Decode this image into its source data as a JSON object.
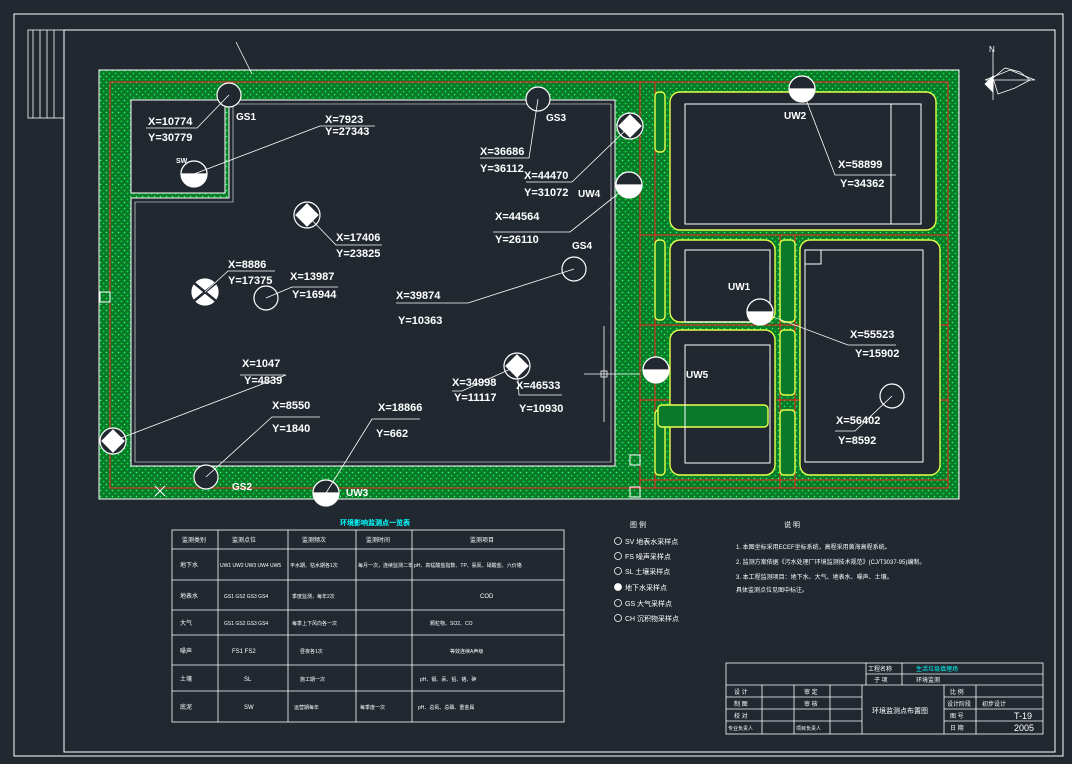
{
  "colors": {
    "background": "#212830",
    "frame": "#ffffff",
    "hedge_fill": "#008a28",
    "hedge_dots": "#00e040",
    "road_line": "#ff2020",
    "building_outline": "#e6ff4a",
    "text": "#ffffff",
    "cyan_text": "#00ffff"
  },
  "north_label": "N",
  "station_labels": [
    {
      "id": "gs1",
      "text": "GS1"
    },
    {
      "id": "gs2",
      "text": "GS2"
    },
    {
      "id": "gs3",
      "text": "GS3"
    },
    {
      "id": "gs4",
      "text": "GS4"
    },
    {
      "id": "uw1",
      "text": "UW1"
    },
    {
      "id": "uw2",
      "text": "UW2"
    },
    {
      "id": "uw3",
      "text": "UW3"
    },
    {
      "id": "uw4",
      "text": "UW4"
    },
    {
      "id": "uw5",
      "text": "UW5"
    },
    {
      "id": "sw",
      "text": "SW"
    }
  ],
  "coordinates": [
    {
      "x": "X=10774",
      "y": "Y=30779"
    },
    {
      "x": "X=7923",
      "y": "Y=27343"
    },
    {
      "x": "X=36686",
      "y": "Y=36112"
    },
    {
      "x": "X=44470",
      "y": "Y=31072"
    },
    {
      "x": "X=44564",
      "y": "Y=26110"
    },
    {
      "x": "X=17406",
      "y": "Y=23825"
    },
    {
      "x": "X=8886",
      "y": "Y=17375"
    },
    {
      "x": "X=13987",
      "y": "Y=16944"
    },
    {
      "x": "X=39874",
      "y": "Y=10363"
    },
    {
      "x": "X=1047",
      "y": "Y=4839"
    },
    {
      "x": "X=8550",
      "y": "Y=1840"
    },
    {
      "x": "X=18866",
      "y": "Y=662"
    },
    {
      "x": "X=34998",
      "y": "Y=11117"
    },
    {
      "x": "X=46533",
      "y": "Y=10930"
    },
    {
      "x": "X=58899",
      "y": "Y=34362"
    },
    {
      "x": "X=55523",
      "y": "Y=15902"
    },
    {
      "x": "X=56402",
      "y": "Y=8592"
    }
  ],
  "table": {
    "title": "环境影响监测点一览表",
    "headers": [
      "监测类别",
      "监测点位",
      "监测频次",
      "监测时间",
      "监测项目"
    ],
    "rows": [
      [
        "地下水",
        "UW1 UW2 UW3 UW4 UW5",
        "丰水期、枯水期各1次",
        "每月一次，连续监测二年",
        "pH、高锰酸盐指数、TP、氨氮、硝酸盐、六价铬"
      ],
      [
        "地表水",
        "GS1 GS2 GS3 GS4",
        "季度监测，每年2次",
        "",
        "COD"
      ],
      [
        "大气",
        "GS1 GS2 GS3 GS4",
        "每季上下风向各一次",
        "",
        "颗粒物、SO2、CO"
      ],
      [
        "噪声",
        "FS1 FS2",
        "昼夜各1次",
        "",
        "等效连续A声级"
      ],
      [
        "土壤",
        "SL",
        "施工期一次",
        "",
        "pH、镉、汞、铅、铬、砷"
      ],
      [
        "底泥",
        "SW",
        "运营期每年",
        "每季度一次",
        "pH、总氮、总磷、重金属"
      ]
    ]
  },
  "legend": {
    "title": "图 例",
    "items": [
      "SV 地表水采样点",
      "FS 噪声采样点",
      "SL 土壤采样点",
      "地下水采样点",
      "GS 大气采样点",
      "CH 沉积物采样点"
    ]
  },
  "notes": {
    "title": "说 明",
    "lines": [
      "1. 本图坐标采用ECEF坐标系统，高程采用黄海高程系统。",
      "2. 监测方案依据《污水处理厂环境监测技术规范》(CJ/T3037-95)编制。",
      "3. 本工程监测项目：地下水、大气、地表水、噪声、土壤。",
      "   具体监测点位见图中标注。"
    ]
  },
  "title_block": {
    "project_label": "工程名称",
    "project_name": "生活垃圾填埋场",
    "item_label": "子 项",
    "item_value": "环境监测",
    "drawing_title": "环境监测点布置图",
    "left_labels": [
      "设 计",
      "制 图",
      "校 对",
      "专业负责人"
    ],
    "mid_labels": [
      "审 定",
      "审 核",
      "项目负责人"
    ],
    "right_labels": [
      "比 例",
      "设计阶段",
      "图 号",
      "日 期"
    ],
    "stage_value": "初步设计",
    "drawing_no": "T-19",
    "date_value": "2005"
  }
}
